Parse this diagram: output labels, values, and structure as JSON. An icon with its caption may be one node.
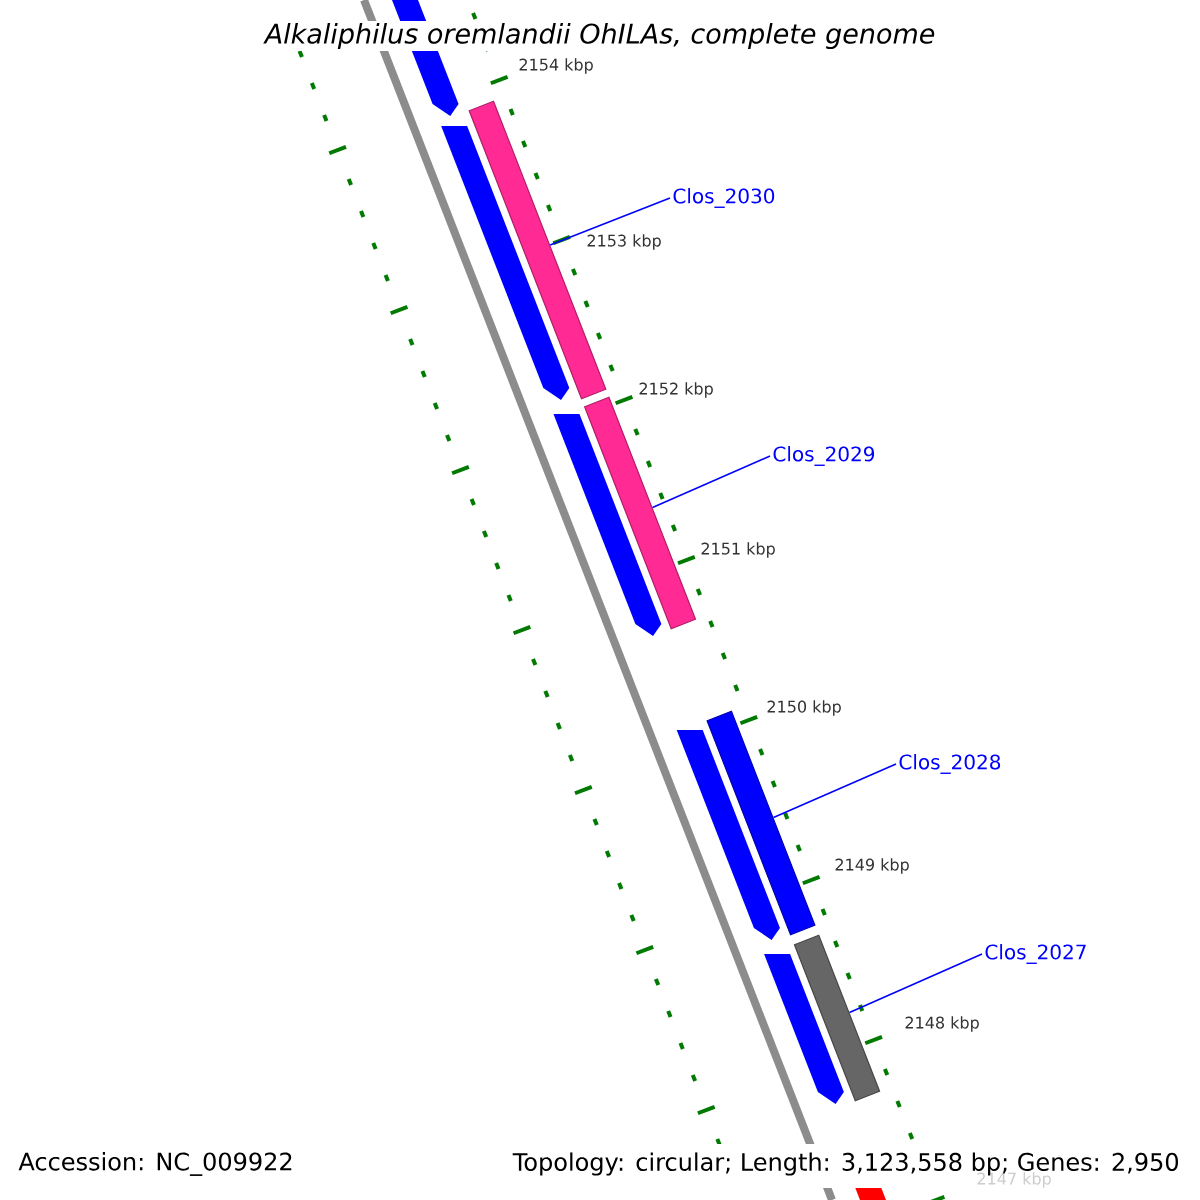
{
  "diagram": {
    "title": "Alkaliphilus oremlandii OhILAs, complete genome",
    "nodes": [
      {
        "text": [
          "Clos_2030"
        ]
      },
      {
        "text": [
          "Clos_2029"
        ]
      },
      {
        "text": [
          "Clos_2028"
        ]
      },
      {
        "text": [
          "Clos_2027"
        ]
      },
      {
        "text": [],
        "shape": "bar"
      },
      {
        "text": [],
        "shape": "bar"
      },
      {
        "text": [],
        "shape": "bar"
      },
      {
        "text": [],
        "shape": "bar"
      }
    ],
    "edges": [
      {
        "from": 0,
        "to": 4,
        "arrow": "none"
      },
      {
        "from": 1,
        "to": 5,
        "arrow": "none"
      },
      {
        "from": 2,
        "to": 6,
        "arrow": "none"
      },
      {
        "from": 3,
        "to": 7,
        "arrow": "none"
      }
    ],
    "labels": [
      "2154 kbp",
      "2153 kbp",
      "2152 kbp",
      "2151 kbp",
      "2150 kbp",
      "2149 kbp",
      "2148 kbp",
      "2147 kbp",
      "Accession: NC_009922",
      "Topology: circular; Length: 3,123,558 bp; Genes: 2,950"
    ]
  }
}
